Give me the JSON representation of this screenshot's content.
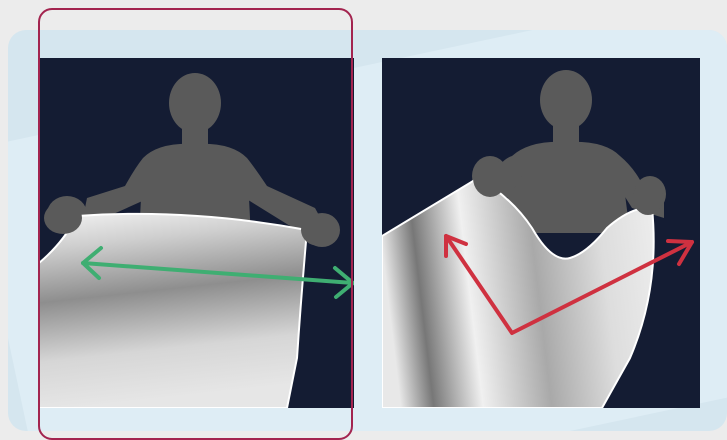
{
  "options": [
    {
      "id": "stretch-horizontal",
      "selected": true,
      "arrow_color": "#3fae72",
      "arrow_direction": "horizontal-double"
    },
    {
      "id": "fold-diagonal",
      "selected": false,
      "arrow_color": "#cf3140",
      "arrow_direction": "v-shape-double"
    }
  ],
  "colors": {
    "panel_background": "#141c33",
    "silhouette": "#5a5a5a",
    "selection_border": "#a3244f",
    "card_background": "#d5e6ef"
  }
}
